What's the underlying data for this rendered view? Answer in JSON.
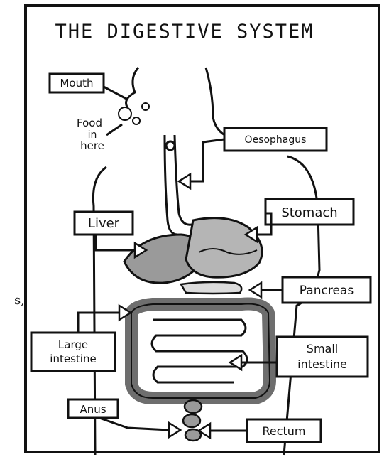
{
  "diagram": {
    "title": "THE DIGESTIVE SYSTEM",
    "labels": {
      "mouth": "Mouth",
      "food_line1": "Food",
      "food_line2": "in",
      "food_line3": "here",
      "oesophagus": "Oesophagus",
      "stomach": "Stomach",
      "liver": "Liver",
      "pancreas": "Pancreas",
      "large_intestine_line1": "Large",
      "large_intestine_line2": "intestine",
      "small_intestine_line1": "Small",
      "small_intestine_line2": "intestine",
      "anus": "Anus",
      "rectum": "Rectum"
    },
    "colors": {
      "outline": "#111111",
      "organ_fill": "#9a9a9a",
      "paper": "#ffffff"
    }
  },
  "page_fragment": "s,"
}
